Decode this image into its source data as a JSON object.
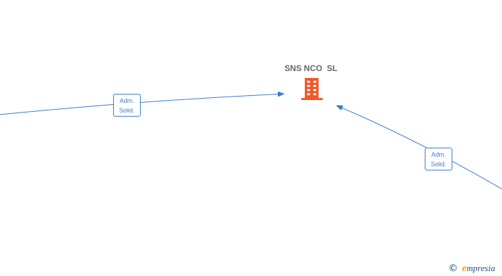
{
  "company": {
    "name": "SNS NCO  SL",
    "icon": "building-icon",
    "icon_color": "#f05a28"
  },
  "edges": [
    {
      "id": "left",
      "label_line1": "Adm.",
      "label_line2": "Solid."
    },
    {
      "id": "right",
      "label_line1": "Adm.",
      "label_line2": "Solid."
    }
  ],
  "colors": {
    "edge": "#3a7bc8",
    "label_text": "#3a7bc8",
    "name_text": "#666666"
  },
  "watermark": {
    "copyright": "©",
    "brand_initial": "e",
    "brand_rest": "mpresia"
  }
}
